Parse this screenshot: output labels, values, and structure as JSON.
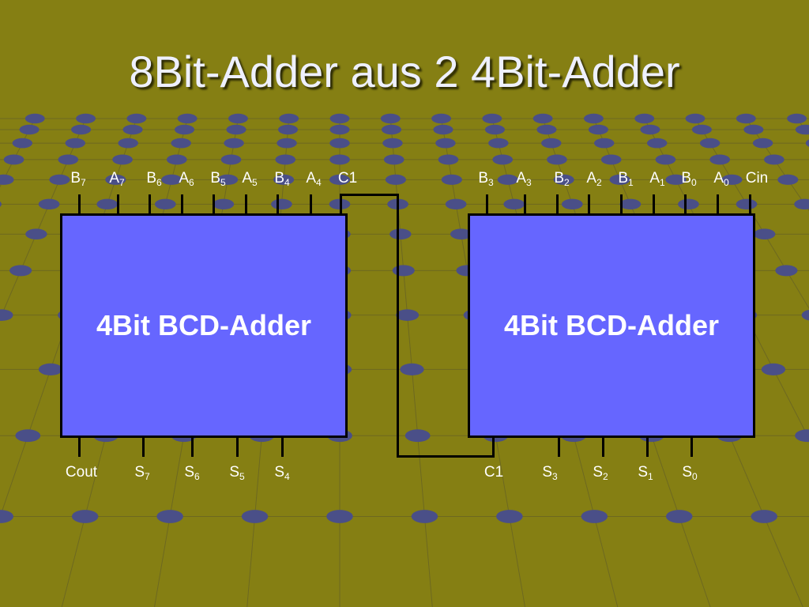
{
  "slide": {
    "title": "8Bit-Adder aus 2 4Bit-Adder",
    "colors": {
      "background": "#857f13",
      "block_fill": "#6666ff",
      "grid_node": "#4a4f88",
      "line": "#000000"
    }
  },
  "blocks": [
    {
      "label": "4Bit BCD-Adder",
      "inputs": [
        {
          "base": "B",
          "sub": "7"
        },
        {
          "base": "A",
          "sub": "7"
        },
        {
          "base": "B",
          "sub": "6"
        },
        {
          "base": "A",
          "sub": "6"
        },
        {
          "base": "B",
          "sub": "5"
        },
        {
          "base": "A",
          "sub": "5"
        },
        {
          "base": "B",
          "sub": "4"
        },
        {
          "base": "A",
          "sub": "4"
        },
        {
          "base": "C1",
          "sub": ""
        }
      ],
      "outputs": [
        {
          "base": "Cout",
          "sub": ""
        },
        {
          "base": "S",
          "sub": "7"
        },
        {
          "base": "S",
          "sub": "6"
        },
        {
          "base": "S",
          "sub": "5"
        },
        {
          "base": "S",
          "sub": "4"
        }
      ]
    },
    {
      "label": "4Bit BCD-Adder",
      "inputs": [
        {
          "base": "B",
          "sub": "3"
        },
        {
          "base": "A",
          "sub": "3"
        },
        {
          "base": "B",
          "sub": "2"
        },
        {
          "base": "A",
          "sub": "2"
        },
        {
          "base": "B",
          "sub": "1"
        },
        {
          "base": "A",
          "sub": "1"
        },
        {
          "base": "B",
          "sub": "0"
        },
        {
          "base": "A",
          "sub": "0"
        },
        {
          "base": "Cin",
          "sub": ""
        }
      ],
      "outputs": [
        {
          "base": "C1",
          "sub": ""
        },
        {
          "base": "S",
          "sub": "3"
        },
        {
          "base": "S",
          "sub": "2"
        },
        {
          "base": "S",
          "sub": "1"
        },
        {
          "base": "S",
          "sub": "0"
        }
      ]
    }
  ]
}
